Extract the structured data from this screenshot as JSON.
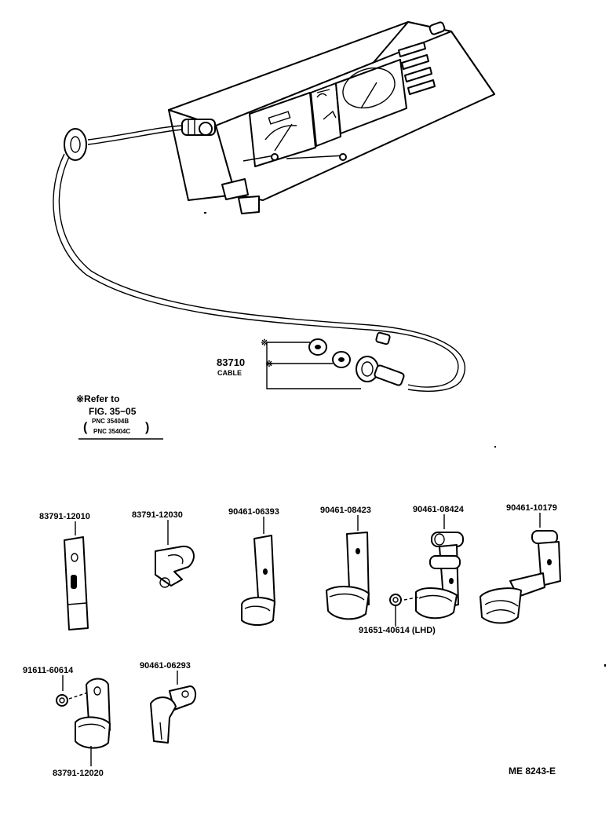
{
  "main_cable": {
    "part_number": "83710",
    "name": "CABLE",
    "marker": "※"
  },
  "reference_note": {
    "line1": "※Refer to",
    "line2": "FIG. 35−05",
    "pnc1": "PNC 35404B",
    "pnc2": "PNC 35404C",
    "paren_open": "(",
    "paren_close": ")"
  },
  "parts": [
    {
      "part_number": "83791-12010"
    },
    {
      "part_number": "83791-12030"
    },
    {
      "part_number": "90461-06393"
    },
    {
      "part_number": "90461-08423"
    },
    {
      "part_number": "90461-08424"
    },
    {
      "part_number": "90461-10179"
    },
    {
      "part_number": "91651-40614 (LHD)"
    },
    {
      "part_number": "91611-60614"
    },
    {
      "part_number": "90461-06293"
    },
    {
      "part_number": "83791-12020"
    }
  ],
  "figure_code": "ME 8243-E"
}
